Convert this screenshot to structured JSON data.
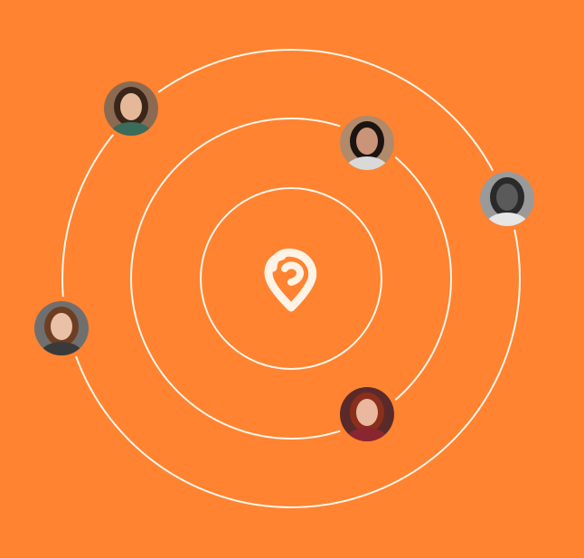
{
  "colors": {
    "background": "#ff8330",
    "orbit_line": "#fff6ec",
    "logo": "#fff3e6"
  },
  "center_logo": {
    "icon": "location-pin-logo-icon"
  },
  "orbits": [
    {
      "name": "orbit-inner"
    },
    {
      "name": "orbit-middle"
    },
    {
      "name": "orbit-outer"
    }
  ],
  "avatars": [
    {
      "name": "avatar-woman-smiling",
      "icon": "user-photo",
      "hair": "#3a2618",
      "skin": "#e6b89a",
      "shirt": "#3b6b5a",
      "bg": "#8b6a52"
    },
    {
      "name": "avatar-man-glasses",
      "icon": "user-photo",
      "hair": "#1c1410",
      "skin": "#c99478",
      "shirt": "#d9d9d9",
      "bg": "#b08a6a"
    },
    {
      "name": "avatar-man-profile",
      "icon": "user-photo",
      "hair": "#2a2a2a",
      "skin": "#5a5a5a",
      "shirt": "#e6e6e6",
      "bg": "#9a9a9a"
    },
    {
      "name": "avatar-woman-portrait",
      "icon": "user-photo",
      "hair": "#6e3e22",
      "skin": "#e9c1a6",
      "shirt": "#3a3a3a",
      "bg": "#6f6f6f"
    },
    {
      "name": "avatar-woman-redhead",
      "icon": "user-photo",
      "hair": "#8a2f1c",
      "skin": "#eab89e",
      "shirt": "#8a2630",
      "bg": "#5a2a2a"
    }
  ]
}
